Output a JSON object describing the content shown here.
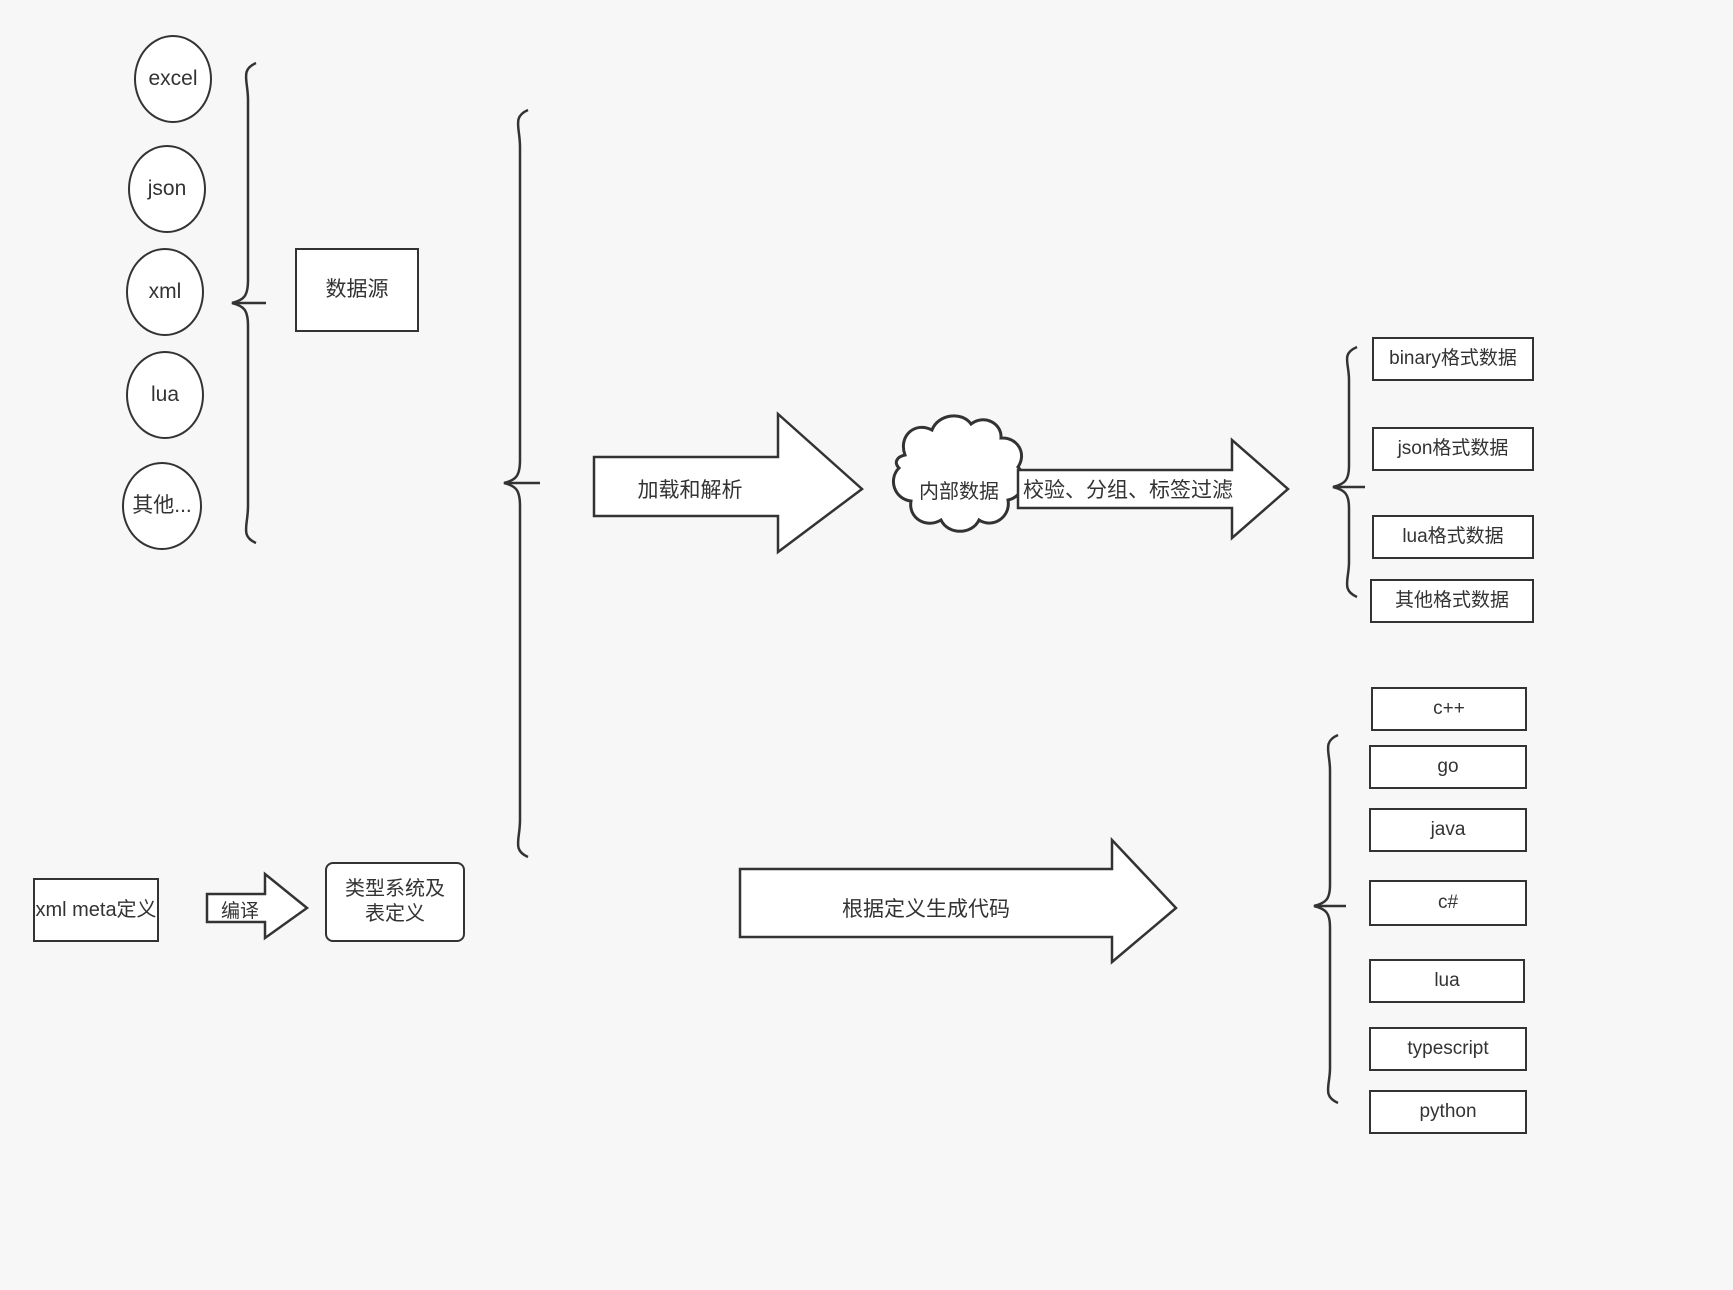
{
  "diagram": {
    "title": "data pipeline diagram",
    "background_color": "#f7f7f7",
    "stroke_color": "#333333",
    "fill_color": "#ffffff"
  },
  "data_sources": {
    "group_label": "数据源",
    "items": [
      {
        "label": "excel"
      },
      {
        "label": "json"
      },
      {
        "label": "xml"
      },
      {
        "label": "lua"
      },
      {
        "label": "其他..."
      }
    ]
  },
  "meta": {
    "source_label": "xml meta定义",
    "compile_arrow_label": "编译",
    "target_label": "类型系统及表定义"
  },
  "pipeline": {
    "load_arrow_label": "加载和解析",
    "internal_data_label": "内部数据",
    "filter_arrow_label": "校验、分组、标签过滤",
    "codegen_arrow_label": "根据定义生成代码"
  },
  "output_formats": {
    "items": [
      {
        "label": "binary格式数据"
      },
      {
        "label": "json格式数据"
      },
      {
        "label": "lua格式数据"
      },
      {
        "label": "其他格式数据"
      }
    ]
  },
  "output_languages": {
    "items": [
      {
        "label": "c++"
      },
      {
        "label": "go"
      },
      {
        "label": "java"
      },
      {
        "label": "c#"
      },
      {
        "label": "lua"
      },
      {
        "label": "typescript"
      },
      {
        "label": "python"
      }
    ]
  }
}
